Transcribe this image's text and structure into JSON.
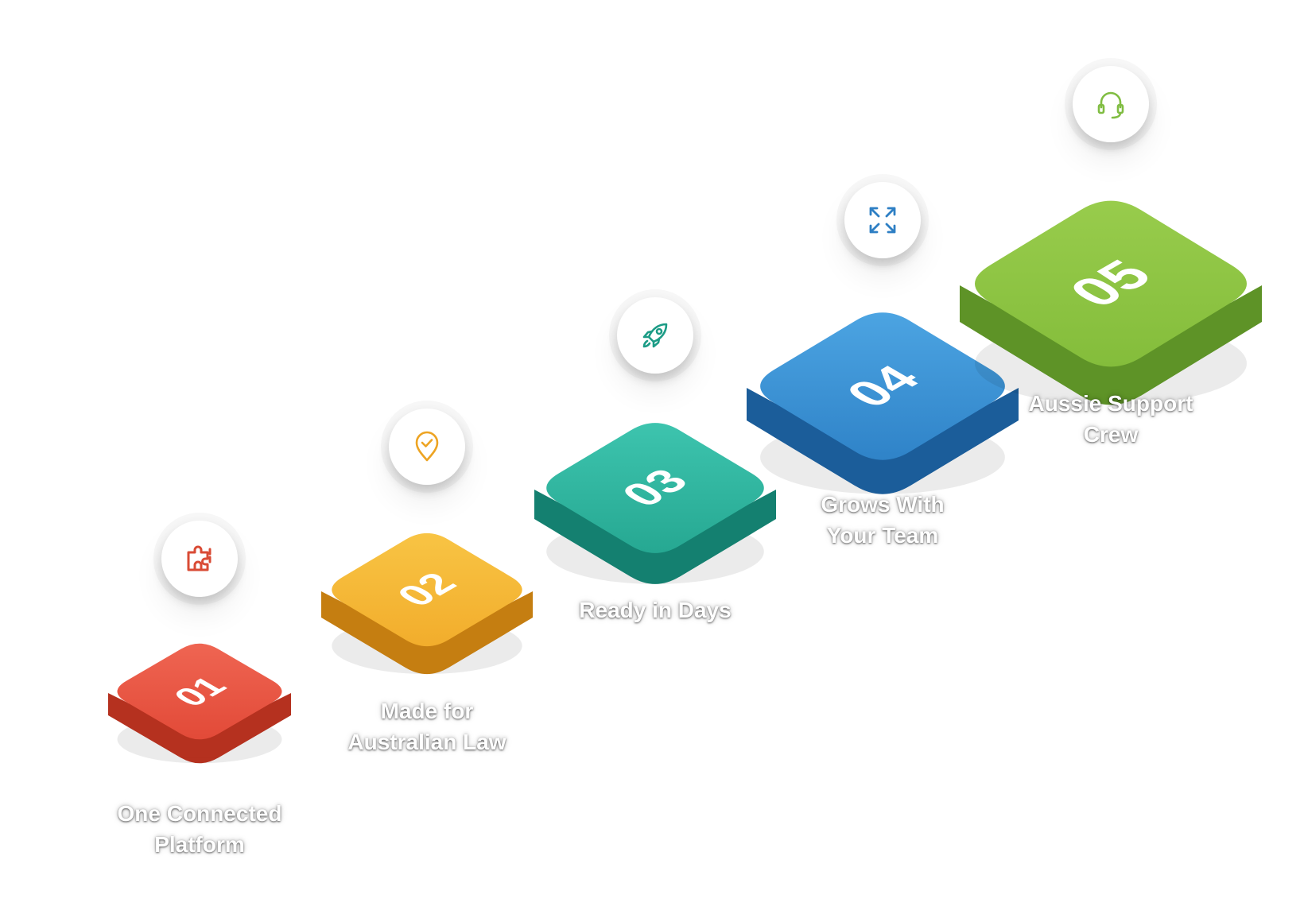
{
  "steps": [
    {
      "number": "01",
      "line1": "One Connected",
      "line2": "Platform",
      "icon": "puzzle-piece-icon",
      "top": "#ef6552",
      "mid": "#e24a38",
      "side": "#b5311f",
      "icon_color": "#d94b35"
    },
    {
      "number": "02",
      "line1": "Made for",
      "line2": "Australian Law",
      "icon": "map-pin-check-icon",
      "top": "#f8c444",
      "mid": "#f2ad2c",
      "side": "#c57e11",
      "icon_color": "#eda423"
    },
    {
      "number": "03",
      "line1": "Ready in Days",
      "line2": "",
      "icon": "rocket-icon",
      "top": "#3dc4ae",
      "mid": "#26a892",
      "side": "#148070",
      "icon_color": "#1c9c86"
    },
    {
      "number": "04",
      "line1": "Grows With",
      "line2": "Your Team",
      "icon": "expand-arrows-icon",
      "top": "#4ca4e2",
      "mid": "#2f83c8",
      "side": "#1b5d9a",
      "icon_color": "#2e7fc4"
    },
    {
      "number": "05",
      "line1": "Aussie Support",
      "line2": "Crew",
      "icon": "headset-icon",
      "top": "#98cc4c",
      "mid": "#84bd3b",
      "side": "#5e9327",
      "icon_color": "#80bd42"
    }
  ]
}
